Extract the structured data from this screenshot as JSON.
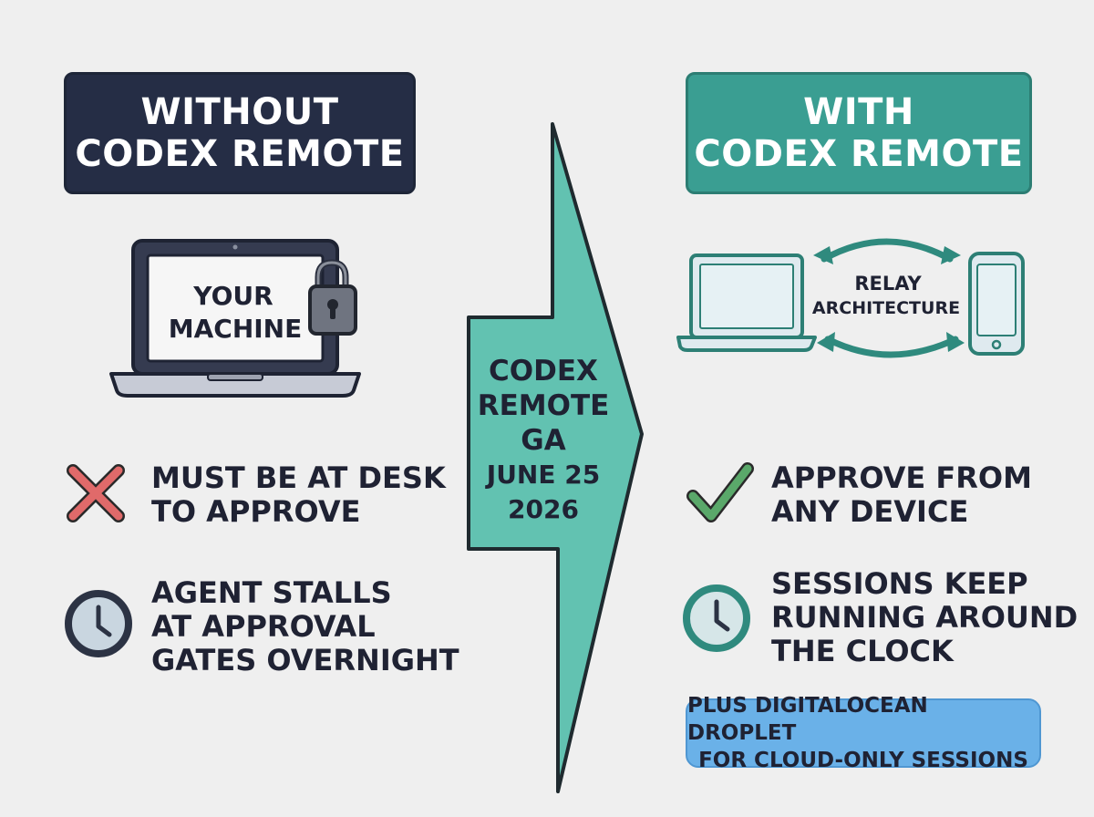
{
  "left": {
    "title_line1": "WITHOUT",
    "title_line2": "CODEX REMOTE",
    "device_label_line1": "YOUR",
    "device_label_line2": "MACHINE",
    "items": [
      {
        "icon": "x-mark-icon",
        "line1": "MUST BE AT DESK",
        "line2": "TO APPROVE"
      },
      {
        "icon": "clock-icon",
        "line1": "AGENT STALLS",
        "line2": "AT APPROVAL",
        "line3": "GATES OVERNIGHT"
      }
    ]
  },
  "center": {
    "line1": "CODEX",
    "line2": "REMOTE",
    "line3": "GA",
    "line4": "JUNE 25",
    "line5": "2026"
  },
  "right": {
    "title_line1": "WITH",
    "title_line2": "CODEX REMOTE",
    "relay_line1": "RELAY",
    "relay_line2": "ARCHITECTURE",
    "items": [
      {
        "icon": "check-mark-icon",
        "line1": "APPROVE FROM",
        "line2": "ANY DEVICE"
      },
      {
        "icon": "clock-icon",
        "line1": "SESSIONS KEEP",
        "line2": "RUNNING AROUND",
        "line3": "THE CLOCK"
      }
    ],
    "note_line1": "PLUS DIGITALOCEAN DROPLET",
    "note_line2": "FOR CLOUD-ONLY SESSIONS"
  },
  "colors": {
    "navy": "#252d45",
    "teal": "#3a9e92",
    "arrow_fill": "#62c2b1",
    "red": "#e06a6a",
    "green": "#5aa86a",
    "note_blue": "#6ab1e8",
    "clock_grey": "#c9d6e0"
  }
}
